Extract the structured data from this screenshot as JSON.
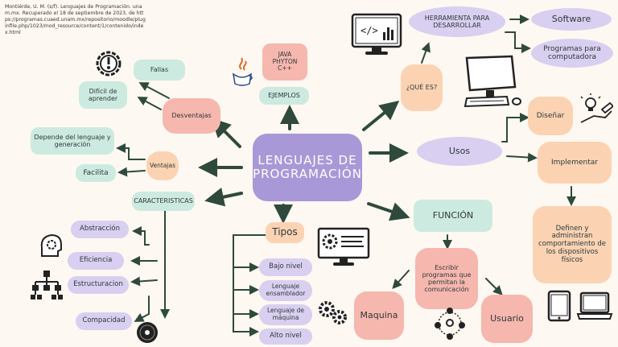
{
  "reference": "Montiérde, U. M. (s/f). Lenguajes de Programación. unam.mx. Recuperado el 18 de septiembre de 2023, de https://programas.cuaed.unam.mx/repositorio/moodle/pluginfile.php/1023/mod_resource/content/1/contenido/index.html",
  "center": "LENGUAJES DE PROGRAMACIÓN",
  "left": {
    "desventajas": "Desventajas",
    "fallas": "Fallas",
    "dificil": "Difícil de aprender",
    "ventajas": "Ventajas",
    "depende": "Depende del lenguaje y generación",
    "facilita": "Facilita",
    "caracteristicas": "CARACTERISTICAS",
    "car_items": [
      "Abstracción",
      "Eficiencia",
      "Estructuracion",
      "Compacidad"
    ]
  },
  "top": {
    "examples_list": "JAVA PHYTON C++",
    "ejemplos": "EJEMPLOS"
  },
  "tipos": {
    "title": "Tipos",
    "items": [
      "Bajo nivel",
      "Lenguaje ensamblador",
      "Lenguaje de máquina",
      "Alto nivel"
    ]
  },
  "right": {
    "que_es": "¿QUÉ ES?",
    "herramienta": "HERRAMIENTA PARA DESARROLLAR",
    "software": "Software",
    "programas": "Programas para computadora",
    "usos": "Usos",
    "disenar": "Diseñar",
    "implementar": "Implementar",
    "definen": "Definen y administran comportamiento de los dispositivos físicos"
  },
  "funcion": {
    "title": "FUNCIÓN",
    "escribir": "Escribir programas que permitan la comunicación",
    "maquina": "Maquina",
    "usuario": "Usuario"
  },
  "colors": {
    "mint": "#cdeae0",
    "pink": "#f6b7ae",
    "peach": "#fbd3b3",
    "lavender": "#d9cff0",
    "purple": "#a998d8",
    "arrow": "#2f4a3c"
  },
  "icons": [
    "java-icon",
    "code-monitor-icon",
    "computer-icon",
    "lightbulb-pencil-icon",
    "warning-gear-icon",
    "gear-head-icon",
    "hierarchy-icon",
    "cd-disc-icon",
    "gears-icon",
    "monitor-settings-icon",
    "people-network-icon",
    "tablet-icon",
    "laptop-icon"
  ]
}
